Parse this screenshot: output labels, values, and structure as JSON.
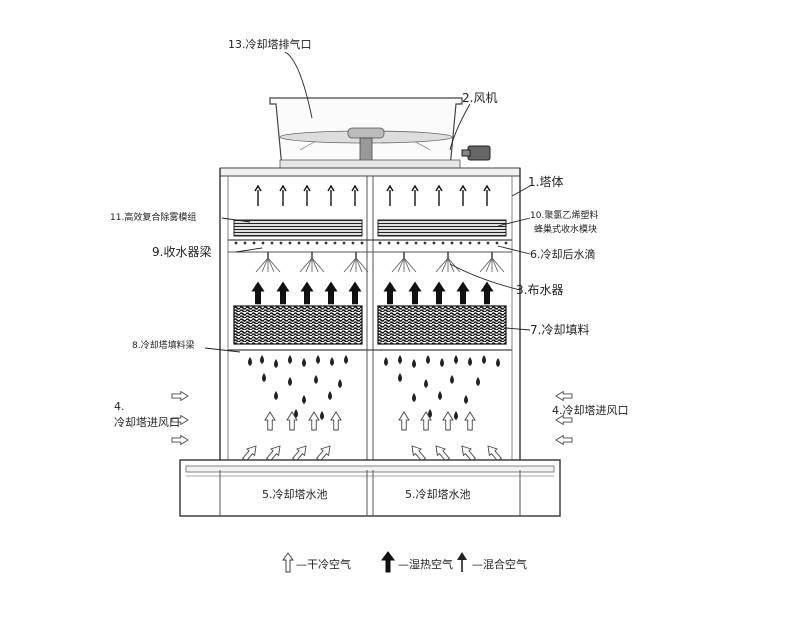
{
  "labels": {
    "exhaust": "13.冷却塔排气口",
    "fan": "2.风机",
    "tower": "1.塔体",
    "eliminator": "11.高效复合除雾模组",
    "pvc_line1": "10.聚氯乙烯塑料",
    "pvc_line2": "蜂巢式收水模块",
    "collector_beam": "9.收水器梁",
    "cooled_drops": "6.冷却后水滴",
    "distributor": "3.布水器",
    "fill": "7.冷却填料",
    "fill_beam": "8.冷却塔填料梁",
    "inlet_left_num": "4.",
    "inlet_left_text": "冷却塔进风口",
    "inlet_right": "4.冷却塔进风口",
    "basin_left": "5.冷却塔水池",
    "basin_right": "5.冷却塔水池"
  },
  "legend": {
    "dry": "—干冷空气",
    "hot": "—湿热空气",
    "mixed": "—混合空气"
  }
}
